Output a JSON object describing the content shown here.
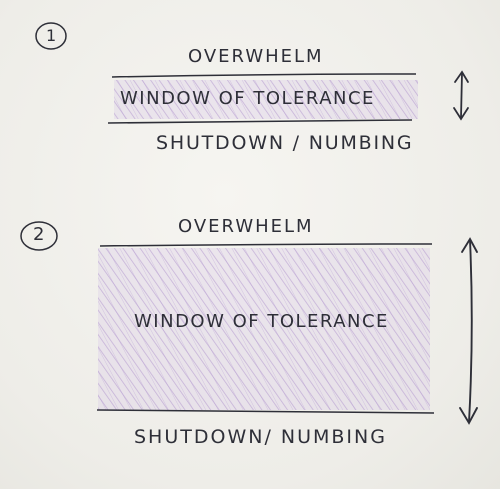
{
  "diagram_1": {
    "number": "1",
    "top_label": "OVERWHELM",
    "window_label": "WINDOW OF TOLERANCE",
    "bottom_label": "SHUTDOWN / NUMBING"
  },
  "diagram_2": {
    "number": "2",
    "top_label": "OVERWHELM",
    "window_label": "WINDOW OF TOLERANCE",
    "bottom_label": "SHUTDOWN/ NUMBING"
  },
  "colors": {
    "ink": "#2e2f38",
    "shading": "#a98ac9",
    "paper": "#f1f0ec"
  }
}
